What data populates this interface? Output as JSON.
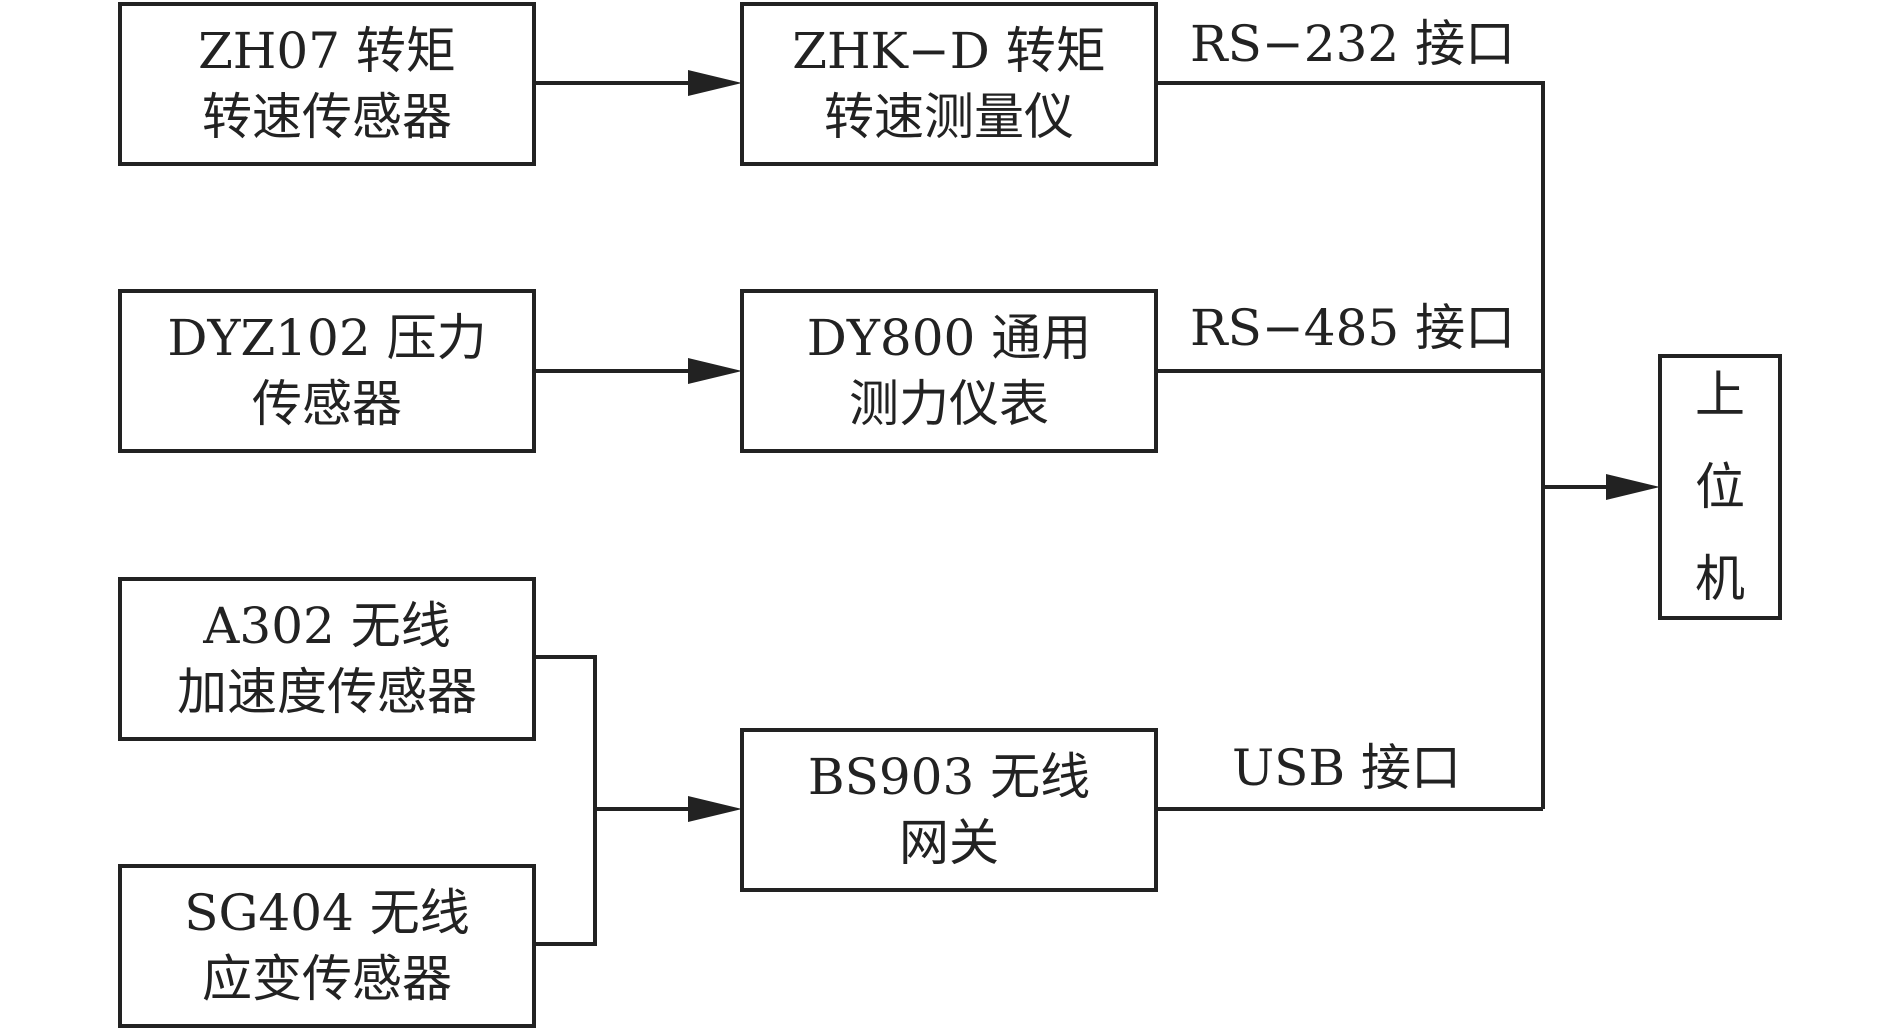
{
  "diagram": {
    "nodes": {
      "zh07_sensor": {
        "lines": [
          "ZH07 转矩",
          "转速传感器"
        ]
      },
      "zhk_meter": {
        "lines": [
          "ZHK−D 转矩",
          "转速测量仪"
        ]
      },
      "dyz102_sensor": {
        "lines": [
          "DYZ102 压力",
          "传感器"
        ]
      },
      "dy800_meter": {
        "lines": [
          "DY800 通用",
          "测力仪表"
        ]
      },
      "a302_sensor": {
        "lines": [
          "A302 无线",
          "加速度传感器"
        ]
      },
      "sg404_sensor": {
        "lines": [
          "SG404 无线",
          "应变传感器"
        ]
      },
      "bs903_gateway": {
        "lines": [
          "BS903 无线",
          "网关"
        ]
      },
      "host_pc": {
        "lines": [
          "上",
          "位",
          "机"
        ]
      }
    },
    "edge_labels": {
      "rs232": "RS−232 接口",
      "rs485": "RS−485 接口",
      "usb": "USB 接口"
    },
    "colors": {
      "stroke": "#222222",
      "background": "#ffffff"
    }
  }
}
